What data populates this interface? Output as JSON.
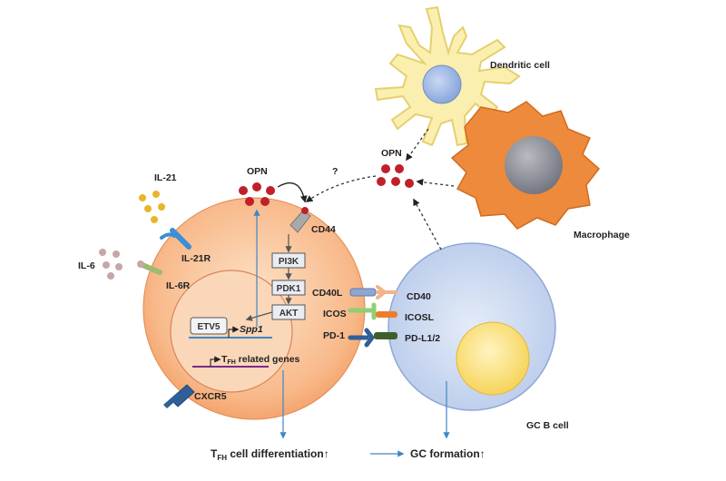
{
  "labels": {
    "dendritic_cell": "Dendritic cell",
    "macrophage": "Macrophage",
    "opn_left": "OPN",
    "opn_right": "OPN",
    "question": "?",
    "il21": "IL-21",
    "il6": "IL-6",
    "il21r": "IL-21R",
    "il6r": "IL-6R",
    "cd44": "CD44",
    "pi3k": "PI3K",
    "pdk1": "PDK1",
    "akt": "AKT",
    "etv5": "ETV5",
    "spp1": "Spp1",
    "tfh_related_main": "T",
    "tfh_related_sub": "FH",
    "tfh_related_rest": " related genes",
    "cxcr5": "CXCR5",
    "cd40l": "CD40L",
    "icos": "ICOS",
    "pd1": "PD-1",
    "cd40": "CD40",
    "icosl": "ICOSL",
    "pdl12": "PD-L1/2",
    "gc_b_cell": "GC B cell",
    "tfh_diff_main": "T",
    "tfh_diff_sub": "FH",
    "tfh_diff_rest": " cell differentiation↑",
    "gc_formation": "GC formation↑"
  },
  "colors": {
    "tfh_cell": "#f5a56e",
    "tfh_cell_center": "#fbd7b9",
    "gc_b_cell": "#c7d6ef",
    "gc_b_nucleus": "#fbe27a",
    "macrophage": "#ee8a3c",
    "macrophage_nucleus": "#8d8f96",
    "dendritic": "#fbefb0",
    "dendritic_nucleus": "#9db5e2",
    "opn_dot": "#c0202a",
    "il21_dot": "#e8b52b",
    "il6_dot": "#c6a6a6",
    "arrow_blue": "#3f86c8"
  }
}
